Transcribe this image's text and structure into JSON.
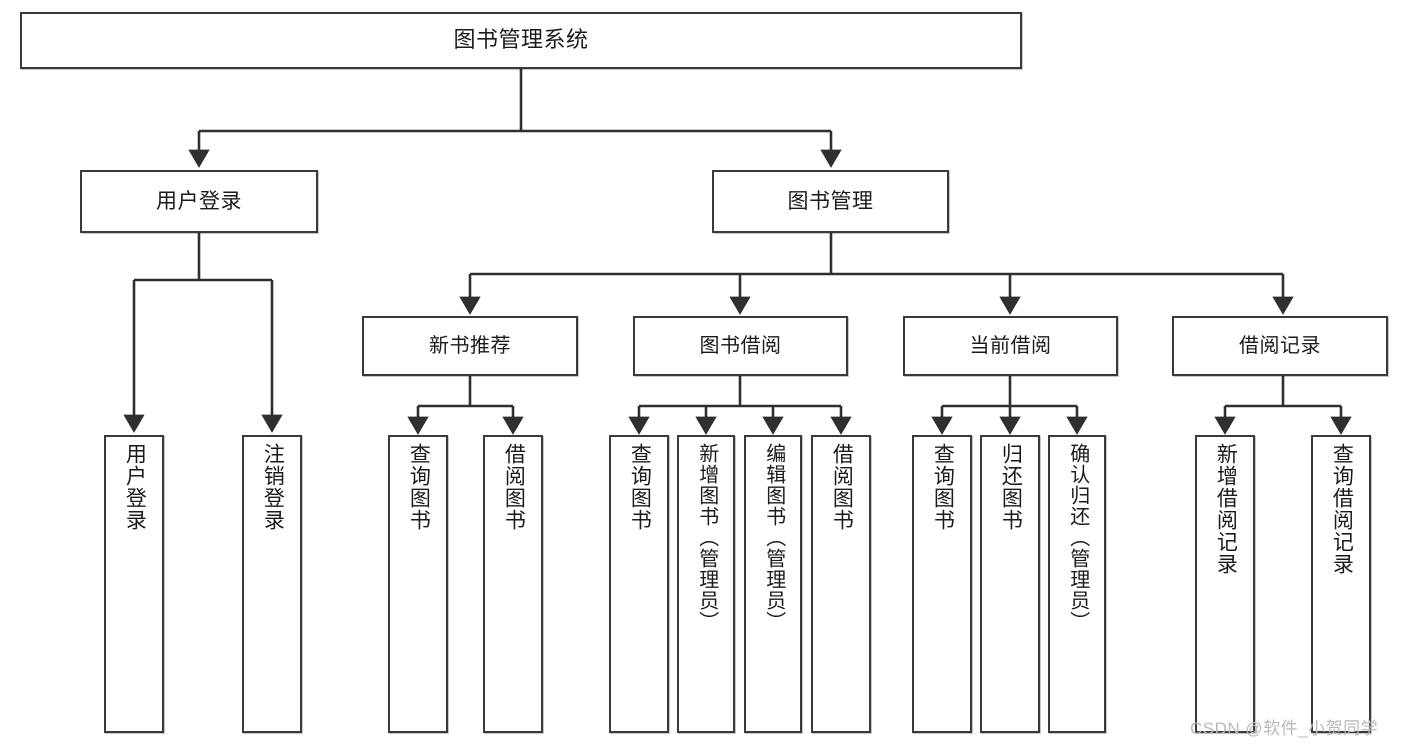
{
  "diagram": {
    "title": "图书管理系统",
    "orientation": "top-down-tree",
    "root": {
      "label": "图书管理系统"
    },
    "level2": [
      {
        "id": "user-login",
        "label": "用户登录"
      },
      {
        "id": "book-manage",
        "label": "图书管理"
      }
    ],
    "level3": [
      {
        "id": "new-book-rec",
        "label": "新书推荐"
      },
      {
        "id": "book-borrow",
        "label": "图书借阅"
      },
      {
        "id": "current-borrow",
        "label": "当前借阅"
      },
      {
        "id": "borrow-record",
        "label": "借阅记录"
      }
    ],
    "leaves": {
      "user_login": [
        {
          "id": "leaf-user-login",
          "label": "用户登录"
        },
        {
          "id": "leaf-logout",
          "label": "注销登录"
        }
      ],
      "new_book_rec": [
        {
          "id": "leaf-query-book-1",
          "label": "查询图书"
        },
        {
          "id": "leaf-borrow-book-1",
          "label": "借阅图书"
        }
      ],
      "book_borrow": [
        {
          "id": "leaf-query-book-2",
          "label": "查询图书"
        },
        {
          "id": "leaf-add-book",
          "label": "新增图书（管理员）"
        },
        {
          "id": "leaf-edit-book",
          "label": "编辑图书（管理员）"
        },
        {
          "id": "leaf-borrow-book-2",
          "label": "借阅图书"
        }
      ],
      "current_borrow": [
        {
          "id": "leaf-query-book-3",
          "label": "查询图书"
        },
        {
          "id": "leaf-return-book",
          "label": "归还图书"
        },
        {
          "id": "leaf-confirm-return",
          "label": "确认归还（管理员）"
        }
      ],
      "borrow_record": [
        {
          "id": "leaf-add-record",
          "label": "新增借阅记录"
        },
        {
          "id": "leaf-query-record",
          "label": "查询借阅记录"
        }
      ]
    }
  },
  "watermark": {
    "text": "CSDN @软件_小贺同学"
  },
  "colors": {
    "box_border": "#3a3a3a",
    "box_fill": "#ffffff",
    "connector": "#2f2f2f",
    "text": "#1b1b1b",
    "watermark": "#b9b9b9",
    "page_background": "#ffffff"
  }
}
